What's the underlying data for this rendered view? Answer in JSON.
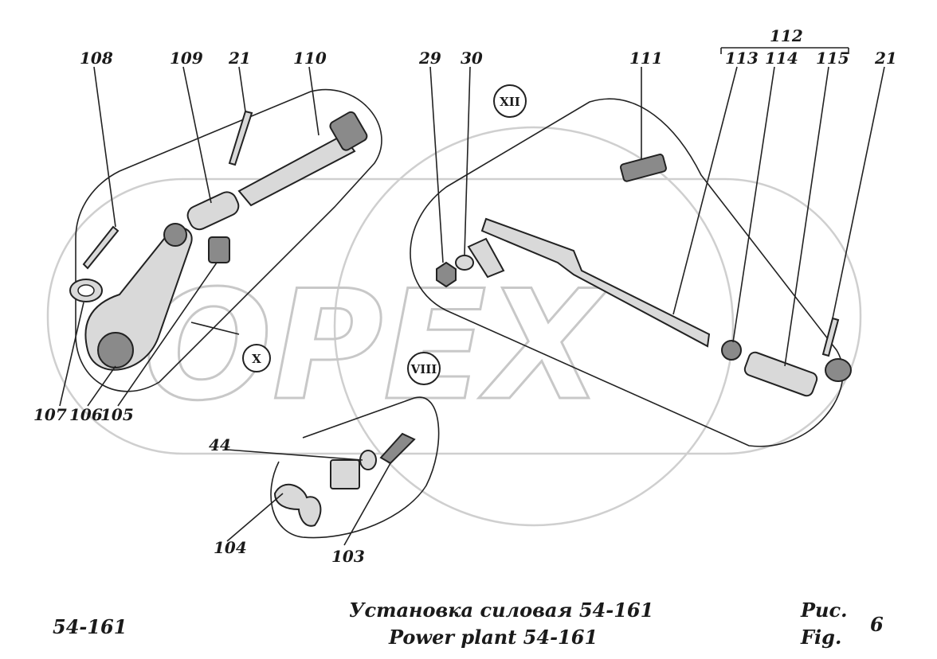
{
  "callouts": {
    "c108": "108",
    "c109": "109",
    "c21a": "21",
    "c110": "110",
    "c29": "29",
    "c30": "30",
    "c111": "111",
    "c112": "112",
    "c113": "113",
    "c114": "114",
    "c115": "115",
    "c21b": "21",
    "c107": "107",
    "c106": "106",
    "c105": "105",
    "c44": "44",
    "c104": "104",
    "c103": "103"
  },
  "views": {
    "x": "X",
    "xii": "XII",
    "viii": "VIII"
  },
  "watermark": "OPEX",
  "footer": {
    "code": "54-161",
    "title_ru": "Установка силовая 54-161",
    "title_en": "Power plant 54-161",
    "fig_ru": "Рис.",
    "fig_en": "Fig.",
    "fig_number": "6"
  }
}
